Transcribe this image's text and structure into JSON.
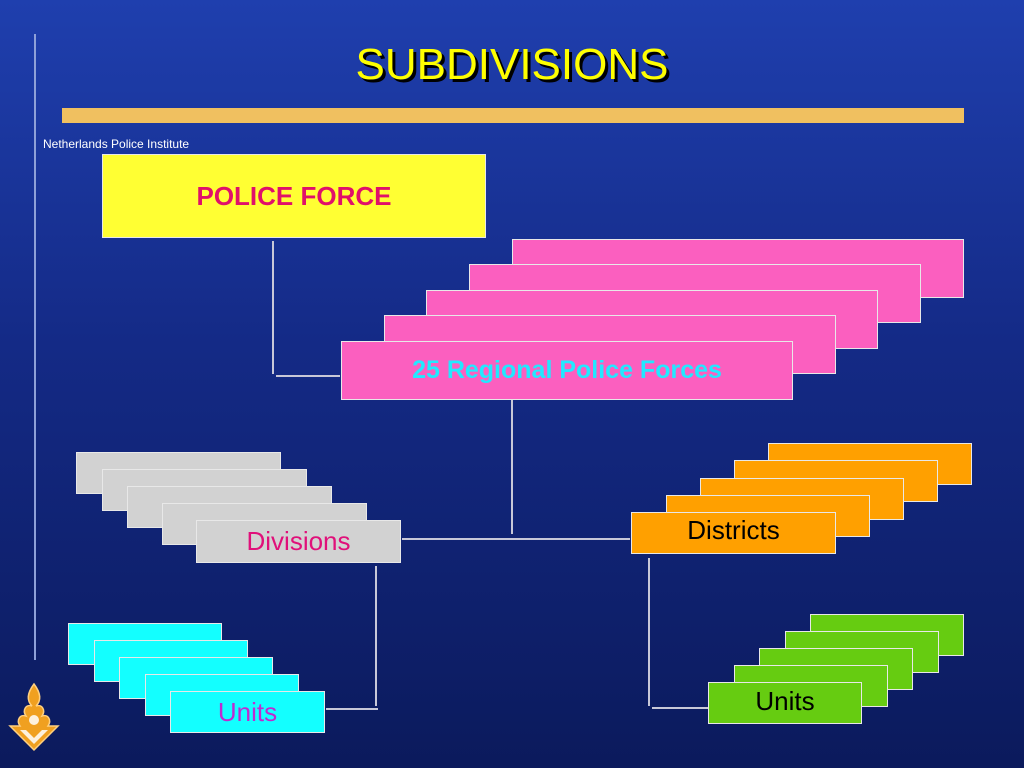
{
  "title": "SUBDIVISIONS",
  "institute": "Netherlands  Police  Institute",
  "nodes": {
    "police_force": "POLICE  FORCE",
    "regional": "25 Regional Police Forces",
    "divisions": "Divisions",
    "districts": "Districts",
    "units_left": "Units",
    "units_right": "Units"
  },
  "colors": {
    "title": "#ffff00",
    "police_force_box": "#ffff33",
    "police_force_text": "#e0106a",
    "regional_box": "#fb5fbf",
    "regional_text": "#22e8ff",
    "divisions_box": "#d2d2d2",
    "divisions_text": "#e0107a",
    "districts_box": "#ffa000",
    "units_left_box": "#13ffff",
    "units_left_text": "#c02ad0",
    "units_right_box": "#66cc11",
    "accent_bar": "#f0c060"
  },
  "logo_icon": "police-flame-logo-icon"
}
